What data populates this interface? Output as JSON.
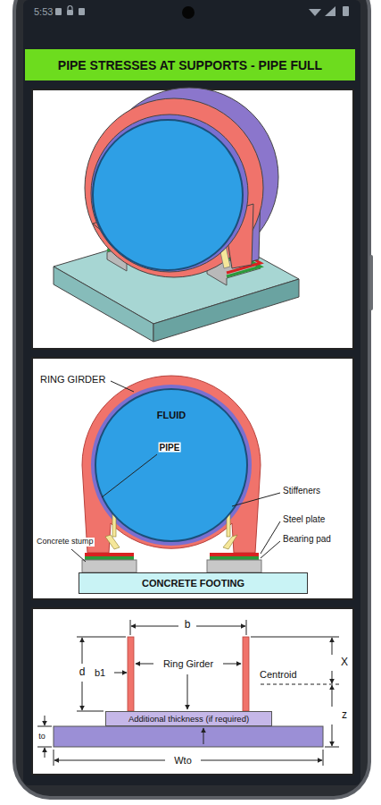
{
  "diagram": {
    "title": "PIPE STRESSES AT SUPPORTS - PIPE FULL",
    "nodes": [
      {
        "text": [
          "FLUID"
        ]
      },
      {
        "text": [
          "CONCRETE FOOTING"
        ]
      },
      {
        "text": [
          "Additional thickness (if required)"
        ]
      }
    ],
    "labels": [
      "5:53",
      "RING GIRDER",
      "PIPE",
      "Stiffeners",
      "Steel plate",
      "Bearing pad",
      "Concrete stump",
      "b",
      "d",
      "b1",
      "Ring Girder",
      "X",
      "Centroid",
      "z",
      "to",
      "Wto"
    ]
  }
}
